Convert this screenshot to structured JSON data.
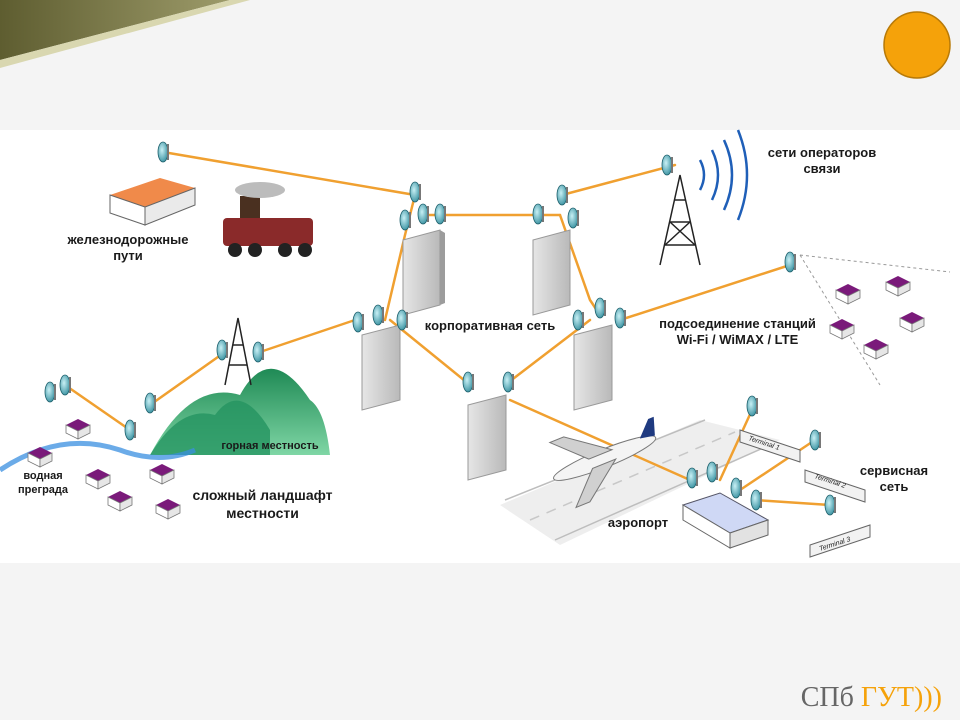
{
  "colors": {
    "accent": "#f5a20a",
    "link": "#f0a030",
    "header_band": "#6b6a3a",
    "roof": "#7a1a7a",
    "hill": "#2faa6a"
  },
  "labels": {
    "railway": "железнодорожные\nпути",
    "operators": "сети операторов\nсвязи",
    "corporate": "корпоративная сеть",
    "stations": "подсоединение станций\nWi-Fi / WiMAX / LTE",
    "mountain": "горная местность",
    "water": "водная\nпреграда",
    "landscape": "сложный ландшафт\nместности",
    "airport": "аэропорт",
    "service": "сервисная\nсеть"
  },
  "terminals": [
    "Terminal 1",
    "Terminal 2",
    "Terminal 3"
  ],
  "logo": {
    "main": "СПб ",
    "accent": "ГУТ",
    "waves": ")))"
  }
}
